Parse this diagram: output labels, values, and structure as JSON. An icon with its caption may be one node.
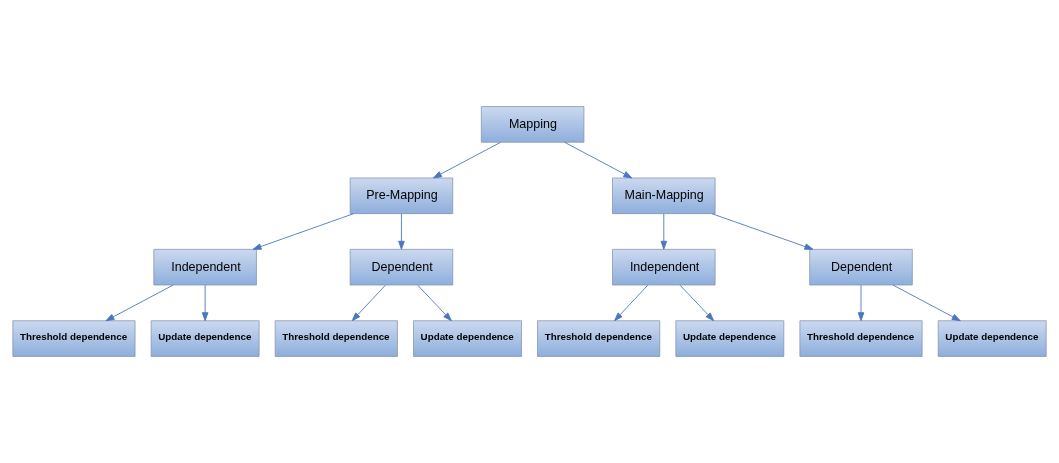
{
  "diagram": {
    "nodes": [
      {
        "text": [
          "Mapping"
        ]
      },
      {
        "text": [
          "Pre-Mapping"
        ]
      },
      {
        "text": [
          "Main-Mapping"
        ]
      },
      {
        "text": [
          "Independent"
        ]
      },
      {
        "text": [
          "Dependent"
        ]
      },
      {
        "text": [
          "Independent"
        ]
      },
      {
        "text": [
          "Dependent"
        ]
      },
      {
        "text": [
          "Threshold dependence"
        ]
      },
      {
        "text": [
          "Update dependence"
        ]
      },
      {
        "text": [
          "Threshold dependence"
        ]
      },
      {
        "text": [
          "Update dependence"
        ]
      },
      {
        "text": [
          "Threshold dependence"
        ]
      },
      {
        "text": [
          "Update dependence"
        ]
      },
      {
        "text": [
          "Threshold dependence"
        ]
      },
      {
        "text": [
          "Update dependence"
        ]
      }
    ],
    "edges": [
      {
        "from": 0,
        "to": 1,
        "arrow": "to"
      },
      {
        "from": 0,
        "to": 2,
        "arrow": "to"
      },
      {
        "from": 1,
        "to": 3,
        "arrow": "to"
      },
      {
        "from": 1,
        "to": 4,
        "arrow": "to"
      },
      {
        "from": 2,
        "to": 5,
        "arrow": "to"
      },
      {
        "from": 2,
        "to": 6,
        "arrow": "to"
      },
      {
        "from": 3,
        "to": 7,
        "arrow": "to"
      },
      {
        "from": 3,
        "to": 8,
        "arrow": "to"
      },
      {
        "from": 4,
        "to": 9,
        "arrow": "to"
      },
      {
        "from": 4,
        "to": 10,
        "arrow": "to"
      },
      {
        "from": 5,
        "to": 11,
        "arrow": "to"
      },
      {
        "from": 5,
        "to": 12,
        "arrow": "to"
      },
      {
        "from": 6,
        "to": 13,
        "arrow": "to"
      },
      {
        "from": 6,
        "to": 14,
        "arrow": "to"
      }
    ]
  }
}
